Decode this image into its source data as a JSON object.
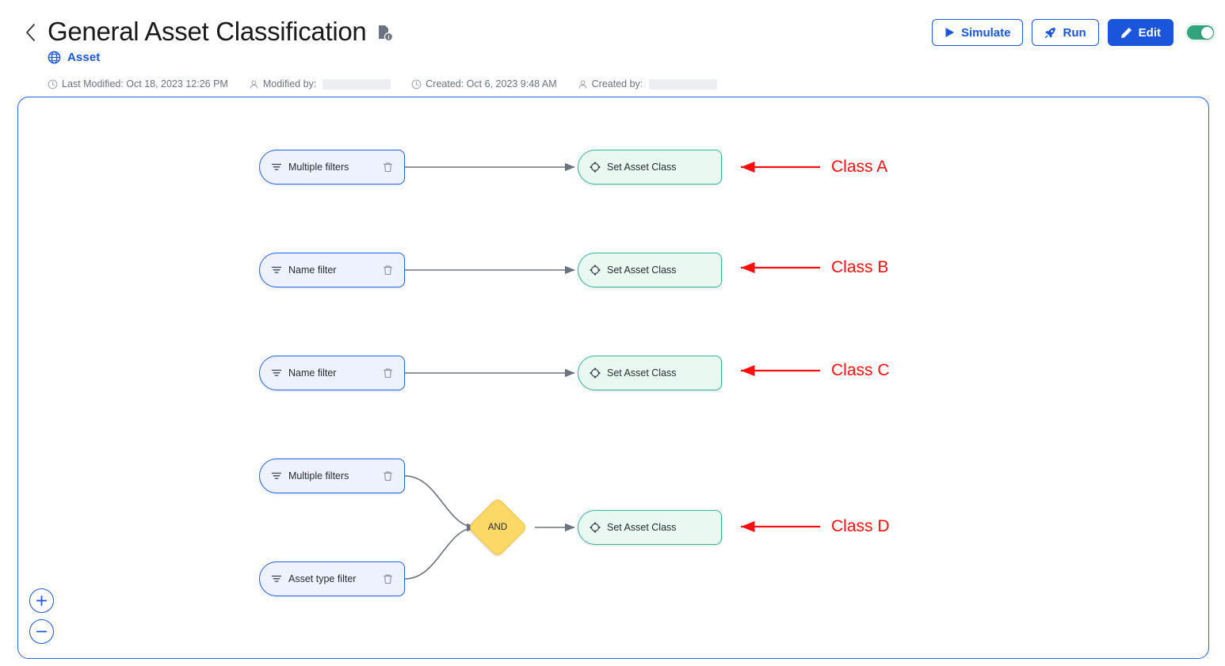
{
  "header": {
    "back_icon": "chevron-left-icon",
    "title": "General Asset Classification",
    "title_icon": "document-info-icon",
    "breadcrumb": {
      "icon": "globe-icon",
      "label": "Asset"
    },
    "meta": [
      {
        "icon": "clock-icon",
        "label": "Last Modified: Oct 18, 2023 12:26 PM",
        "redacted": false
      },
      {
        "icon": "user-icon",
        "label": "Modified by:",
        "redacted": true
      },
      {
        "icon": "clock-icon",
        "label": "Created: Oct 6, 2023 9:48 AM",
        "redacted": false
      },
      {
        "icon": "user-icon",
        "label": "Created by:",
        "redacted": true
      }
    ],
    "actions": [
      {
        "id": "simulate",
        "label": "Simulate",
        "icon": "play-icon",
        "style": "outline"
      },
      {
        "id": "run",
        "label": "Run",
        "icon": "rocket-icon",
        "style": "outline"
      },
      {
        "id": "edit",
        "label": "Edit",
        "icon": "pencil-icon",
        "style": "solid"
      }
    ],
    "toggle": {
      "name": "enable-toggle",
      "state": "on",
      "color": "#31a37d"
    }
  },
  "canvas": {
    "border_color": "#2563eb",
    "zoom_controls": [
      {
        "id": "zoom-in",
        "icon": "plus-icon"
      },
      {
        "id": "zoom-out",
        "icon": "minus-icon"
      }
    ]
  },
  "flow": {
    "filter_nodes": [
      {
        "id": "filter-1",
        "label": "Multiple filters",
        "icon": "filter-icon",
        "delete_icon": "trash-icon"
      },
      {
        "id": "filter-2",
        "label": "Name filter",
        "icon": "filter-icon",
        "delete_icon": "trash-icon"
      },
      {
        "id": "filter-3",
        "label": "Name filter",
        "icon": "filter-icon",
        "delete_icon": "trash-icon"
      },
      {
        "id": "filter-4",
        "label": "Multiple filters",
        "icon": "filter-icon",
        "delete_icon": "trash-icon"
      },
      {
        "id": "filter-5",
        "label": "Asset type filter",
        "icon": "filter-icon",
        "delete_icon": "trash-icon"
      }
    ],
    "action_nodes": [
      {
        "id": "action-1",
        "label": "Set Asset Class",
        "icon": "set-class-icon"
      },
      {
        "id": "action-2",
        "label": "Set Asset Class",
        "icon": "set-class-icon"
      },
      {
        "id": "action-3",
        "label": "Set Asset Class",
        "icon": "set-class-icon"
      },
      {
        "id": "action-4",
        "label": "Set Asset Class",
        "icon": "set-class-icon"
      }
    ],
    "logic_nodes": [
      {
        "id": "and-gate",
        "label": "AND",
        "shape": "diamond",
        "color": "#fcd867"
      }
    ],
    "annotations": [
      {
        "id": "annot-a",
        "label": "Class A",
        "color": "#fa0f0f",
        "arrow": "left"
      },
      {
        "id": "annot-b",
        "label": "Class B",
        "color": "#fa0f0f",
        "arrow": "left"
      },
      {
        "id": "annot-c",
        "label": "Class C",
        "color": "#fa0f0f",
        "arrow": "left"
      },
      {
        "id": "annot-d",
        "label": "Class D",
        "color": "#fa0f0f",
        "arrow": "left"
      }
    ]
  }
}
